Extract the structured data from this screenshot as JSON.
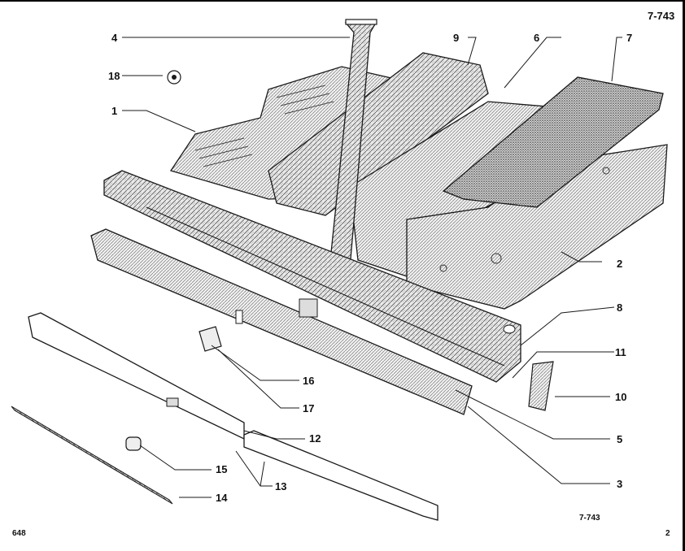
{
  "header": {
    "plate_number": "7-743"
  },
  "footer": {
    "left_number": "648",
    "center_ref": "7-743",
    "right_number": "2"
  },
  "callouts": [
    "1",
    "2",
    "3",
    "4",
    "5",
    "6",
    "7",
    "8",
    "9",
    "10",
    "11",
    "12",
    "13",
    "14",
    "15",
    "16",
    "17",
    "18"
  ],
  "colors": {
    "ink": "#1a1a1a",
    "paper": "#ffffff",
    "hatch": "#8a8a8a"
  }
}
